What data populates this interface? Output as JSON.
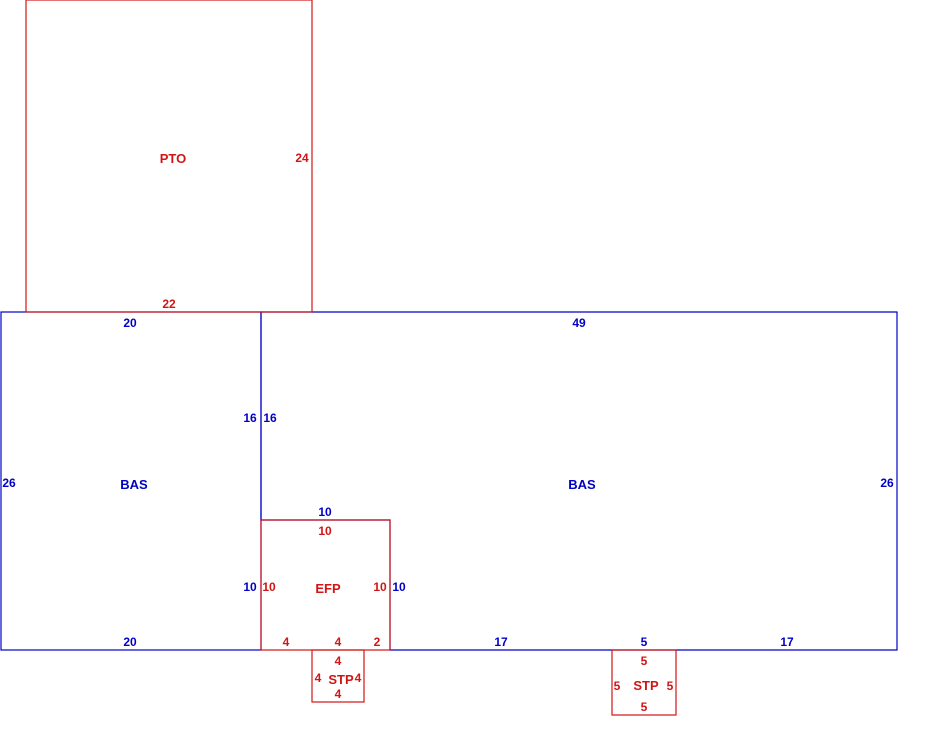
{
  "colors": {
    "blue": "#0000c8",
    "red": "#d21414"
  },
  "areas": {
    "pto": "PTO",
    "bas_left": "BAS",
    "bas_right": "BAS",
    "efp": "EFP",
    "stp_left": "STP",
    "stp_right": "STP"
  },
  "dimensions": {
    "pto_right": "24",
    "pto_bottom": "22",
    "bas_left_top": "20",
    "bas_left_bottom": "20",
    "bas_left_side": "26",
    "bas_left_inner": "16",
    "bas_right_inner": "16",
    "bas_right_top": "49",
    "bas_right_side": "26",
    "bas_notch_top": "10",
    "bas_notch_left": "10",
    "bas_notch_right": "10",
    "bas_bottom_a": "17",
    "bas_bottom_b": "5",
    "bas_bottom_c": "17",
    "efp_top": "10",
    "efp_left": "10",
    "efp_right": "10",
    "efp_bottom_a": "4",
    "efp_bottom_b": "4",
    "efp_bottom_c": "2",
    "stp1_top": "4",
    "stp1_left": "4",
    "stp1_right": "4",
    "stp1_bottom": "4",
    "stp2_top": "5",
    "stp2_left": "5",
    "stp2_right": "5",
    "stp2_bottom": "5"
  }
}
